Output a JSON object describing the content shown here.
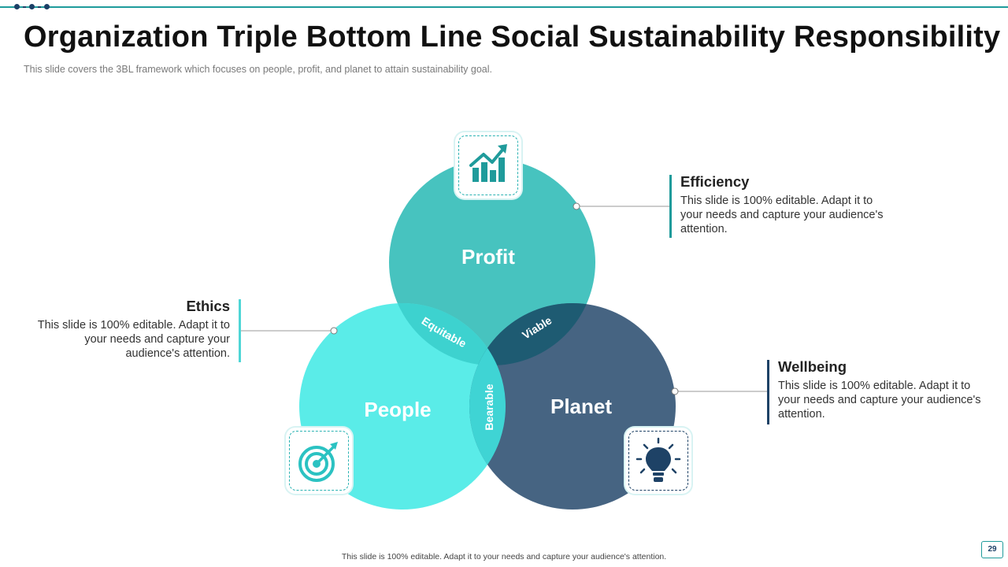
{
  "header": {
    "title": "Organization Triple Bottom Line Social Sustainability Responsibility",
    "subtitle": "This slide covers the 3BL framework which focuses on people, profit, and planet to attain sustainability goal."
  },
  "venn": {
    "circles": [
      {
        "label": "Profit",
        "color": "#47c3bf"
      },
      {
        "label": "People",
        "color": "#5aece8"
      },
      {
        "label": "Planet",
        "color": "#466482"
      }
    ],
    "overlaps": {
      "profit_people": "Equitable",
      "profit_planet": "Viable",
      "people_planet": "Bearable"
    }
  },
  "callouts": {
    "efficiency": {
      "title": "Efficiency",
      "text": "This slide is 100% editable. Adapt it to your needs and capture your audience's attention."
    },
    "ethics": {
      "title": "Ethics",
      "text": "This slide is 100% editable. Adapt it to your needs and capture your audience's attention."
    },
    "wellbeing": {
      "title": "Wellbeing",
      "text": "This slide is 100% editable. Adapt it to your needs and capture your audience's attention."
    }
  },
  "icons": {
    "profit": "chart-growth-icon",
    "people": "target-icon",
    "planet": "lightbulb-icon"
  },
  "footer": {
    "note": "This slide is 100% editable. Adapt it to your needs and capture your audience's attention.",
    "page_number": "29"
  }
}
